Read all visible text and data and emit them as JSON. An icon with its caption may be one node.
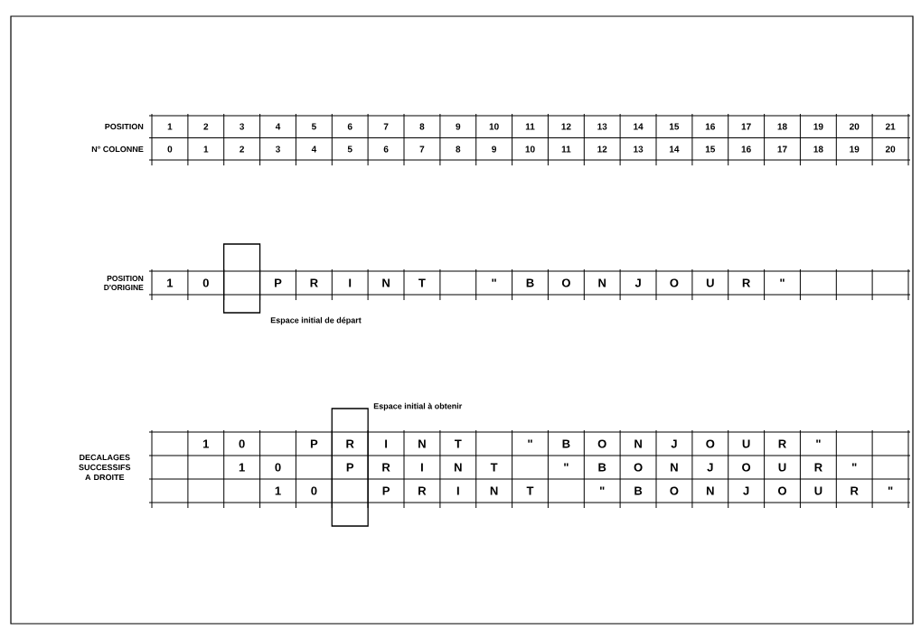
{
  "diagram": {
    "nodes": [
      {
        "text": [],
        "shape": "box",
        "beside": [
          "Espace initial de départ"
        ]
      },
      {
        "text": [],
        "shape": "box",
        "beside": [
          "Espace initial à obtenir"
        ]
      }
    ],
    "labels": [
      "POSITION",
      "1",
      "2",
      "3",
      "4",
      "5",
      "6",
      "7",
      "8",
      "9",
      "10",
      "11",
      "12",
      "13",
      "14",
      "15",
      "16",
      "17",
      "18",
      "19",
      "20",
      "21",
      "N° COLONNE",
      "0",
      "1",
      "2",
      "3",
      "4",
      "5",
      "6",
      "7",
      "8",
      "9",
      "10",
      "11",
      "12",
      "13",
      "14",
      "15",
      "16",
      "17",
      "18",
      "19",
      "20",
      "POSITION D'ORIGINE",
      "1",
      "0",
      "P",
      "R",
      "I",
      "N",
      "T",
      "\"",
      "B",
      "O",
      "N",
      "J",
      "O",
      "U",
      "R",
      "\"",
      "DECALAGES SUCCESSIFS A DROITE",
      "1",
      "0",
      "P",
      "R",
      "I",
      "N",
      "T",
      "\"",
      "B",
      "O",
      "N",
      "J",
      "O",
      "U",
      "R",
      "\"",
      "1",
      "0",
      "P",
      "R",
      "I",
      "N",
      "T",
      "\"",
      "B",
      "O",
      "N",
      "J",
      "O",
      "U",
      "R",
      "\"",
      "1",
      "0",
      "P",
      "R",
      "I",
      "N",
      "T",
      "\"",
      "B",
      "O",
      "N",
      "J",
      "O",
      "U",
      "R",
      "\""
    ]
  }
}
